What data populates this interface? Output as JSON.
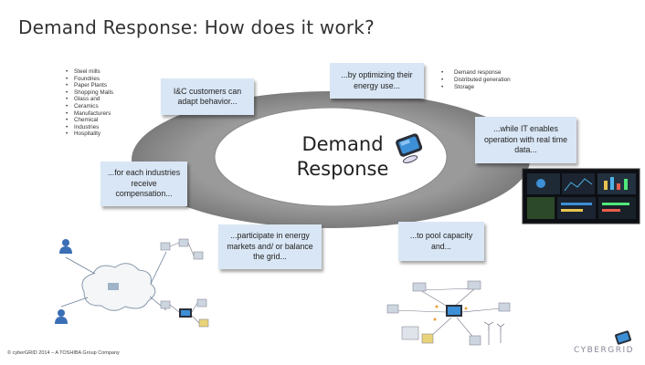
{
  "slide": {
    "title": "Demand Response: How does it work?",
    "center_label_line1": "Demand",
    "center_label_line2": "Response",
    "industries": [
      "Steel mills",
      "Foundries",
      "Paper Plants",
      "Shopping Malls",
      "Glass and",
      "Ceramics",
      "Manufacturers",
      "Chemical",
      "Industries",
      "Hospitality"
    ],
    "resources": [
      "Demand response",
      "Distributed generation",
      "Storage"
    ],
    "bubbles": {
      "customers": "I&C customers can adapt behavior...",
      "optimizing": "...by optimizing their energy use...",
      "it_enables": "...while IT enables operation with real time data...",
      "compensation": "...for each industries receive compensation...",
      "participate": "...participate in energy markets and/ or balance the grid...",
      "pool": "...to pool capacity and..."
    },
    "footer": "© cyberGRID 2014 – A TOSHIBA Group Company",
    "brand": "CYBERGRID"
  },
  "colors": {
    "ring": "#8c8c8c",
    "bubble": "#d9e6f5",
    "person": "#3a6fb5"
  },
  "icons": [
    "monitor-icon",
    "dashboard-screenshot",
    "person-icon",
    "cloud-icon",
    "network-icon",
    "cybergrid-logo-icon"
  ]
}
